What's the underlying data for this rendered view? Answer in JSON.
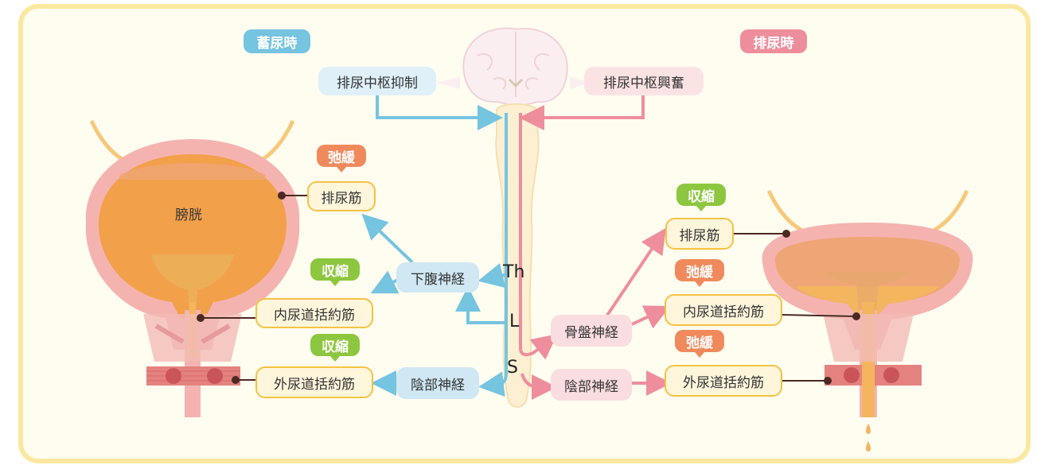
{
  "left_header": "蓄尿時",
  "right_header": "排尿時",
  "center": {
    "inhibit": "排尿中枢抑制",
    "excite": "排尿中枢興奮",
    "th": "Th",
    "l": "L",
    "s": "S"
  },
  "left": {
    "bladder_label": "膀胱",
    "tag_detrusor": "弛緩",
    "detrusor": "排尿筋",
    "tag_internal": "収縮",
    "internal": "内尿道括約筋",
    "tag_external": "収縮",
    "external": "外尿道括約筋",
    "hypogastric": "下腹神経",
    "pudendal": "陰部神経"
  },
  "right": {
    "tag_detrusor": "収縮",
    "detrusor": "排尿筋",
    "tag_internal": "弛緩",
    "internal": "内尿道括約筋",
    "tag_external": "弛緩",
    "external": "外尿道括約筋",
    "pelvic": "骨盤神経",
    "pudendal": "陰部神経"
  },
  "colors": {
    "storage": "#75c4e0",
    "voiding": "#ee8e9c",
    "frame": "#fbe8a0",
    "relax": "#f08a5d",
    "contract": "#8dc63f"
  }
}
